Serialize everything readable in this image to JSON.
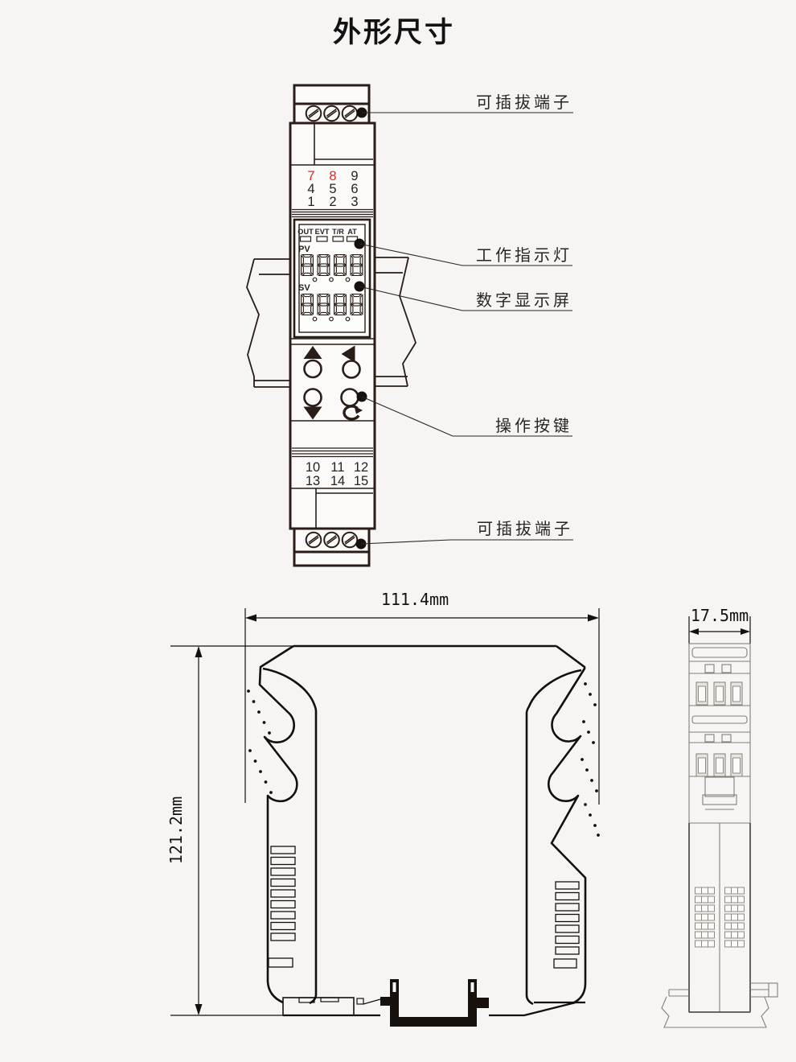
{
  "title": "外形尺寸",
  "front_view": {
    "indicators": [
      "OUT",
      "EVT",
      "T/R",
      "AT"
    ],
    "pv_label": "PV",
    "sv_label": "SV",
    "pv_value": "8888",
    "sv_value": "8888",
    "keypad_top": [
      "7",
      "8",
      "9",
      "4",
      "5",
      "6",
      "1",
      "2",
      "3"
    ],
    "keypad_bottom": [
      "10",
      "11",
      "12",
      "13",
      "14",
      "15"
    ]
  },
  "callouts": {
    "top_terminal": "可插拔端子",
    "indicator_lights": "工作指示灯",
    "digital_display": "数字显示屏",
    "operation_buttons": "操作按键",
    "bottom_terminal": "可插拔端子"
  },
  "dimensions": {
    "width": "111.4mm",
    "height": "121.2mm",
    "depth": "17.5mm"
  },
  "colors": {
    "front_line": "#2a1c16",
    "side_line": "#16100d",
    "end_line": "#847d77",
    "red_digit": "#e5261f",
    "background": "#f6f5f3"
  }
}
